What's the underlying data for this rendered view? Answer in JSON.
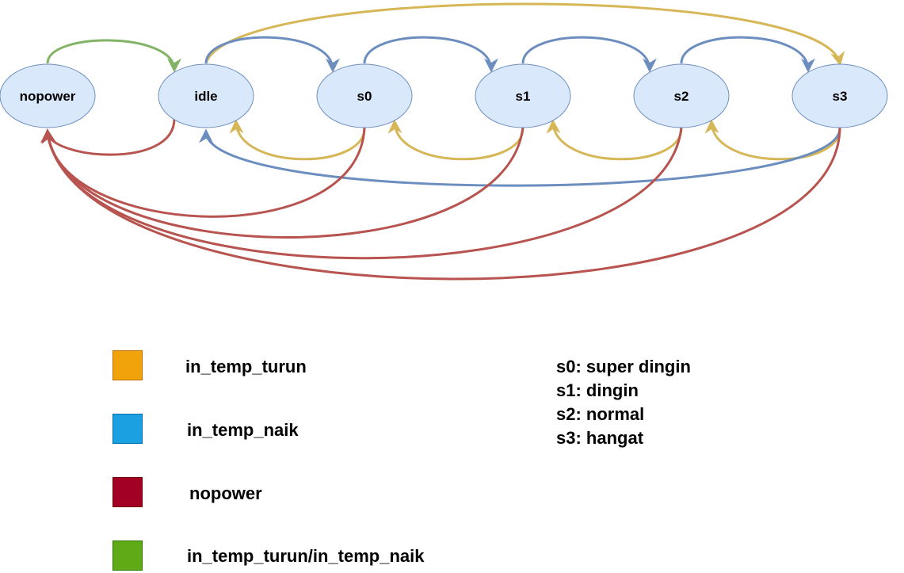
{
  "nodes": [
    {
      "id": "nopower",
      "label": "nopower"
    },
    {
      "id": "idle",
      "label": "idle"
    },
    {
      "id": "s0",
      "label": "s0"
    },
    {
      "id": "s1",
      "label": "s1"
    },
    {
      "id": "s2",
      "label": "s2"
    },
    {
      "id": "s3",
      "label": "s3"
    }
  ],
  "colors": {
    "node_fill": "#dae8fc",
    "node_stroke": "#6c8ebf",
    "in_temp_turun_edge": "#d6b656",
    "in_temp_naik_edge": "#6c8ebf",
    "nopower_edge": "#b85450",
    "mixed_edge": "#82b366"
  },
  "edges": [
    {
      "from": "nopower",
      "to": "idle",
      "type": "in_temp_turun/in_temp_naik"
    },
    {
      "from": "idle",
      "to": "s3",
      "type": "in_temp_turun"
    },
    {
      "from": "idle",
      "to": "s0",
      "type": "in_temp_naik"
    },
    {
      "from": "s0",
      "to": "s1",
      "type": "in_temp_naik"
    },
    {
      "from": "s1",
      "to": "s2",
      "type": "in_temp_naik"
    },
    {
      "from": "s2",
      "to": "s3",
      "type": "in_temp_naik"
    },
    {
      "from": "s0",
      "to": "idle",
      "type": "in_temp_turun"
    },
    {
      "from": "s1",
      "to": "s0",
      "type": "in_temp_turun"
    },
    {
      "from": "s2",
      "to": "s1",
      "type": "in_temp_turun"
    },
    {
      "from": "s3",
      "to": "s2",
      "type": "in_temp_turun"
    },
    {
      "from": "s3",
      "to": "idle",
      "type": "in_temp_naik"
    },
    {
      "from": "idle",
      "to": "nopower",
      "type": "nopower"
    },
    {
      "from": "s0",
      "to": "nopower",
      "type": "nopower"
    },
    {
      "from": "s1",
      "to": "nopower",
      "type": "nopower"
    },
    {
      "from": "s2",
      "to": "nopower",
      "type": "nopower"
    },
    {
      "from": "s3",
      "to": "nopower",
      "type": "nopower"
    }
  ],
  "legend": [
    {
      "label": "in_temp_turun",
      "color": "#f0a30a",
      "border": "#bd7000"
    },
    {
      "label": "in_temp_naik",
      "color": "#1ba1e2",
      "border": "#006eaf"
    },
    {
      "label": "nopower",
      "color": "#a20025",
      "border": "#6f0000"
    },
    {
      "label": "in_temp_turun/in_temp_naik",
      "color": "#60a917",
      "border": "#2d7600"
    }
  ],
  "notes": [
    "s0: super dingin",
    "s1: dingin",
    "s2: normal",
    "s3: hangat"
  ]
}
